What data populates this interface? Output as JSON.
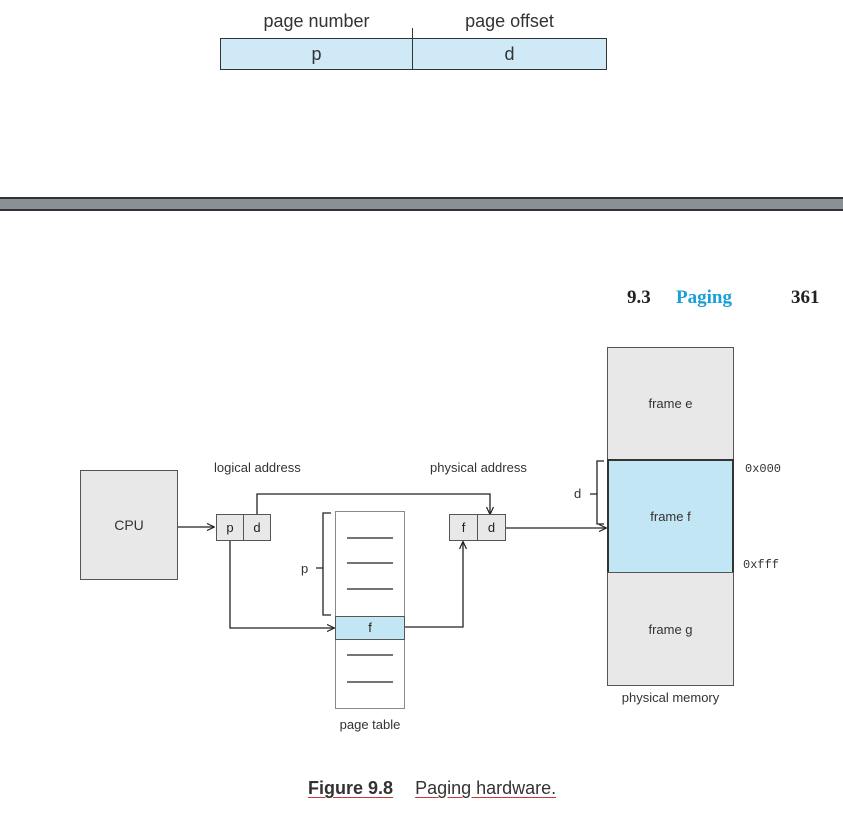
{
  "address_format": {
    "page_number_label": "page number",
    "page_offset_label": "page offset",
    "p_cell": "p",
    "d_cell": "d"
  },
  "header": {
    "section": "9.3",
    "title": "Paging",
    "page": "361"
  },
  "diagram": {
    "cpu": "CPU",
    "logical_address_label": "logical address",
    "physical_address_label": "physical address",
    "logical_p": "p",
    "logical_d": "d",
    "physical_f": "f",
    "physical_d": "d",
    "brace_p": "p",
    "brace_d": "d",
    "page_table_entry": "f",
    "page_table_label": "page table",
    "frame_e": "frame e",
    "frame_f": "frame f",
    "frame_g": "frame g",
    "addr_start": "0x000",
    "addr_end": "0xfff",
    "physical_memory_label": "physical memory"
  },
  "caption": {
    "number": "Figure 9.8",
    "text": "Paging hardware."
  }
}
